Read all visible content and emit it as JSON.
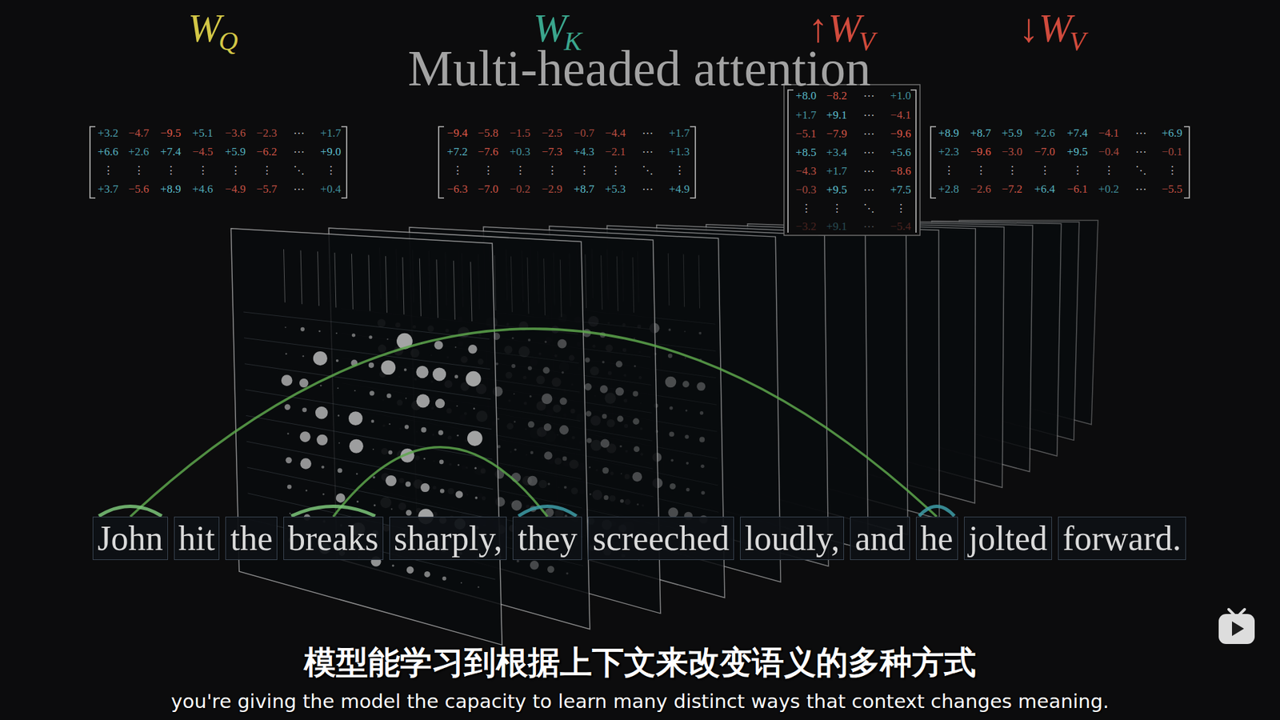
{
  "diagram": {
    "title": "Multi-headed attention",
    "nodes": [
      {
        "text": [
          "John"
        ]
      },
      {
        "text": [
          "hit"
        ]
      },
      {
        "text": [
          "the"
        ]
      },
      {
        "text": [
          "breaks"
        ]
      },
      {
        "text": [
          "sharply,"
        ]
      },
      {
        "text": [
          "they"
        ]
      },
      {
        "text": [
          "screeched"
        ]
      },
      {
        "text": [
          "loudly,"
        ]
      },
      {
        "text": [
          "and"
        ]
      },
      {
        "text": [
          "he"
        ]
      },
      {
        "text": [
          "jolted"
        ]
      },
      {
        "text": [
          "forward."
        ]
      }
    ],
    "edges": [
      {
        "from": 0,
        "to": 9,
        "arrow": "none"
      },
      {
        "from": 3,
        "to": 5,
        "arrow": "none"
      }
    ],
    "labels": [
      "W",
      "Q",
      "W",
      "K",
      "↑W",
      "V",
      "↓W",
      "V",
      "+3.2",
      "−4.7",
      "−9.5",
      "+5.1",
      "−3.6",
      "−2.3",
      "⋯",
      "+1.7",
      "+6.6",
      "+2.6",
      "+7.4",
      "−4.5",
      "+5.9",
      "−6.2",
      "⋯",
      "+9.0",
      "⋮",
      "⋮",
      "⋮",
      "⋮",
      "⋮",
      "⋮",
      "⋱",
      "⋮",
      "+3.7",
      "−5.6",
      "+8.9",
      "+4.6",
      "−4.9",
      "−5.7",
      "⋯",
      "+0.4",
      "−9.4",
      "−5.8",
      "−1.5",
      "−2.5",
      "−0.7",
      "−4.4",
      "⋯",
      "+1.7",
      "+7.2",
      "−7.6",
      "+0.3",
      "−7.3",
      "+4.3",
      "−2.1",
      "⋯",
      "+1.3",
      "⋮",
      "⋮",
      "⋮",
      "⋮",
      "⋮",
      "⋮",
      "⋱",
      "⋮",
      "−6.3",
      "−7.0",
      "−0.2",
      "−2.9",
      "+8.7",
      "+5.3",
      "⋯",
      "+4.9",
      "+8.0",
      "−8.2",
      "⋯",
      "+1.0",
      "+1.7",
      "+9.1",
      "⋯",
      "−4.1",
      "−5.1",
      "−7.9",
      "⋯",
      "−9.6",
      "+8.5",
      "+3.4",
      "⋯",
      "+5.6",
      "−4.3",
      "+1.7",
      "⋯",
      "−8.6",
      "−0.3",
      "+9.5",
      "⋯",
      "+7.5",
      "⋮",
      "⋮",
      "⋱",
      "⋮",
      "−3.2",
      "+9.1",
      "⋯",
      "−5.4",
      "+8.9",
      "+8.7",
      "+5.9",
      "+2.6",
      "+7.4",
      "−4.1",
      "⋯",
      "+6.9",
      "+2.3",
      "−9.6",
      "−3.0",
      "−7.0",
      "+9.5",
      "−0.4",
      "⋯",
      "−0.1",
      "⋮",
      "⋮",
      "⋮",
      "⋮",
      "⋮",
      "⋮",
      "⋱",
      "⋮",
      "+2.8",
      "−2.6",
      "−7.2",
      "+6.4",
      "−6.1",
      "+0.2",
      "⋯",
      "−5.5",
      "模型能学习到根据上下文来改变语义的多种方式",
      "you're giving the model the capacity to learn many distinct ways that context changes meaning."
    ]
  }
}
